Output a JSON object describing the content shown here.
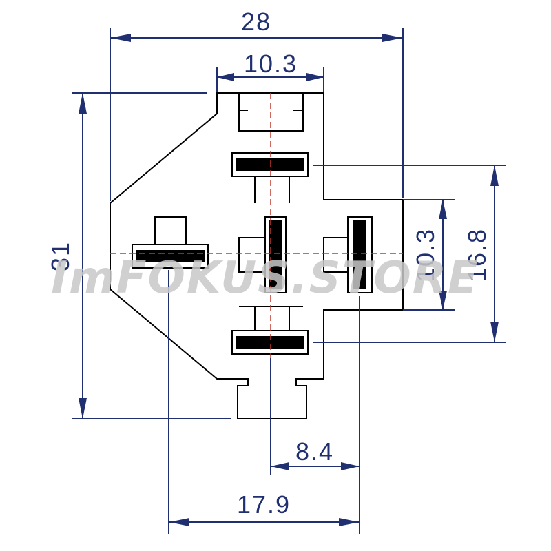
{
  "diagram": {
    "dimensions": {
      "overall_width": "28",
      "top_width": "10.3",
      "overall_height": "31",
      "inner_height": "10.3",
      "blade_span_height": "16.8",
      "bottom_spacing": "8.4",
      "bottom_width": "17.9"
    },
    "watermark": "ImFOKUS.STORE",
    "colors": {
      "dimension": "#1f2f6f",
      "outline": "#000000",
      "centerline": "#c0392b",
      "watermark": "#c8c8c8"
    }
  }
}
